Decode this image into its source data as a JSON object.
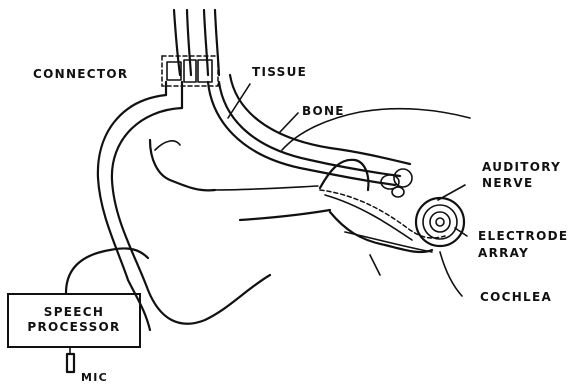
{
  "diagram": {
    "labels": {
      "connector": "CONNECTOR",
      "tissue": "TISSUE",
      "bone": "BONE",
      "auditory_nerve_line1": "AUDITORY",
      "auditory_nerve_line2": "NERVE",
      "electrode_array_line1": "ELECTRODE",
      "electrode_array_line2": "ARRAY",
      "cochlea": "COCHLEA",
      "speech_processor_line1": "SPEECH",
      "speech_processor_line2": "PROCESSOR",
      "mic": "MIC"
    },
    "colors": {
      "ink": "#111111",
      "paper": "#ffffff"
    }
  }
}
